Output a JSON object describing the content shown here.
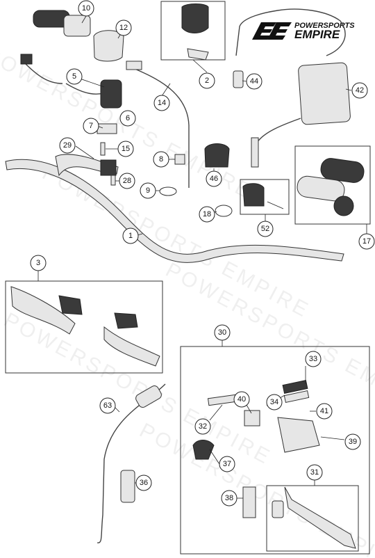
{
  "brand": {
    "line1": "POWERSPORTS",
    "line2": "EMPIRE",
    "watermark": "POWERSPORTS EMPIRE"
  },
  "callouts": {
    "c10": "10",
    "c12": "12",
    "c2": "2",
    "c44": "44",
    "c42": "42",
    "c5": "5",
    "c14": "14",
    "c6": "6",
    "c7": "7",
    "c29": "29",
    "c15": "15",
    "c28": "28",
    "c8": "8",
    "c9": "9",
    "c46": "46",
    "c18": "18",
    "c52": "52",
    "c17": "17",
    "c1": "1",
    "c3": "3",
    "c30": "30",
    "c33": "33",
    "c40": "40",
    "c34": "34",
    "c41": "41",
    "c32": "32",
    "c39": "39",
    "c63": "63",
    "c37": "37",
    "c36": "36",
    "c31": "31",
    "c38": "38"
  },
  "colors": {
    "ink": "#222222",
    "part": "#e6e6e6",
    "dark": "#3a3a3a"
  }
}
